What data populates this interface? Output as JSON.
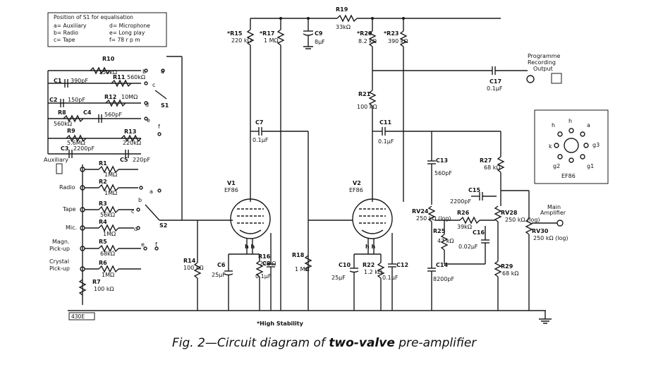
{
  "caption": {
    "prefix": "Fig. 2—Circuit diagram of ",
    "bold": "two-valve",
    "suffix": " pre-amplifier"
  },
  "legend": {
    "title": "Position of S1 for equalisation",
    "items": [
      "a= Auxiliary",
      "b= Radio",
      "c= Tape",
      "d= Microphone",
      "e= Long play",
      "f= 78 r p m"
    ]
  },
  "valves": [
    {
      "ref": "V1",
      "type": "EF86"
    },
    {
      "ref": "V2",
      "type": "EF86"
    }
  ],
  "base_diagram": {
    "pins": [
      "h",
      "h",
      "a",
      "g3",
      "g1",
      "g2",
      "k"
    ],
    "type": "EF86"
  },
  "switches": [
    "S1",
    "S2"
  ],
  "inputs": [
    "Auxiliary",
    "Radio",
    "Tape",
    "Mic.",
    "Magn. Pick-up",
    "Crystal Pick-up"
  ],
  "outputs": {
    "recording": "Programme Recording Output",
    "main": "Main Amplifier"
  },
  "resistors": {
    "R1": "1MΩ",
    "R2": "1MΩ",
    "R3": "56kΩ",
    "R4": "1MΩ",
    "R5": "68kΩ",
    "R6": "1MΩ",
    "R7": "100 kΩ",
    "R8": "560kΩ",
    "R9": "5.6MΩ",
    "R10": "150kΩ",
    "R11": "560kΩ",
    "R12": "10MΩ",
    "R13": "220kΩ",
    "R14": "100 kΩ",
    "R15": "220 kΩ",
    "R16": "22 kΩ",
    "R17": "1 MΩ",
    "R18": "1 MΩ",
    "R19": "33kΩ",
    "R20": "8.2 kΩ",
    "R21": "100 kΩ",
    "R22": "1.2 kΩ",
    "R23": "390 kΩ",
    "R25": "47 kΩ",
    "R26": "39kΩ",
    "R27": "68 kΩ",
    "R29": "68 kΩ"
  },
  "pots": {
    "RV24": "250 kΩ (log)",
    "RV28": "250 kΩ (log)",
    "RV30": "250 kΩ (log)"
  },
  "capacitors": {
    "C1": "390pF",
    "C2": "150pF",
    "C3": "2200pF",
    "C4": "560pF",
    "C5": "220pF",
    "C6": "25μF",
    "C7": "0.1μF",
    "C8": "0.1μF",
    "C9": "8μF",
    "C10": "25μF",
    "C11": "0.1μF",
    "C12": "0.1μF",
    "C13": "560pF",
    "C14": "8200pF",
    "C15": "2200pF",
    "C16": "0.02μF",
    "C17": "0.1μF"
  },
  "notes": {
    "high_stability": "*High Stability",
    "supply": "430E"
  },
  "colors": {
    "ink": "#1a1a1a",
    "paper": "#ffffff"
  }
}
